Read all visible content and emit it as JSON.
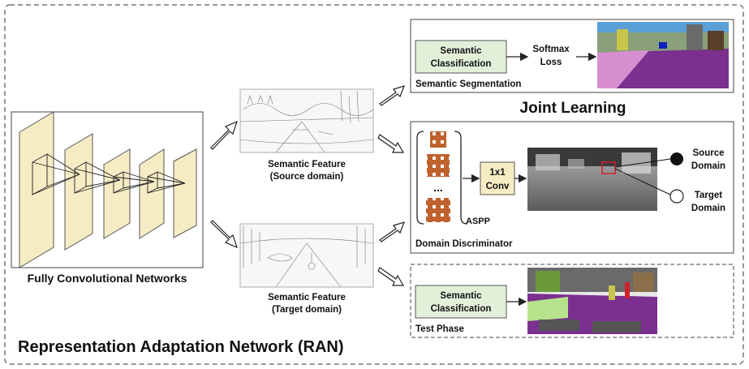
{
  "fcn": {
    "label": "Fully Convolutional Networks"
  },
  "features": {
    "source_line1": "Semantic Feature",
    "source_line2": "(Source domain)",
    "target_line1": "Semantic Feature",
    "target_line2": "(Target domain)"
  },
  "segmentation": {
    "box_line1": "Semantic",
    "box_line2": "Classification",
    "loss_line1": "Softmax",
    "loss_line2": "Loss",
    "caption": "Semantic Segmentation"
  },
  "joint_learning": {
    "title": "Joint Learning"
  },
  "discriminator": {
    "ellipsis": "...",
    "aspp_label": "ASPP",
    "conv_line1": "1x1",
    "conv_line2": "Conv",
    "caption": "Domain Discriminator",
    "source_line1": "Source",
    "source_line2": "Domain",
    "target_line1": "Target",
    "target_line2": "Domain"
  },
  "test_phase": {
    "box_line1": "Semantic",
    "box_line2": "Classification",
    "caption": "Test Phase"
  },
  "ran": {
    "title": "Representation Adaptation Network (RAN)"
  },
  "colors": {
    "layer_fill": "#f6ecc4",
    "classification_fill": "#e2f0d9",
    "conv_fill": "#f6ecc4",
    "aspp_tile": "#c0622e",
    "seg_road": "#7b2f8f",
    "seg_veg": "#6b9a3a",
    "seg_sky": "#5aa0d6"
  }
}
